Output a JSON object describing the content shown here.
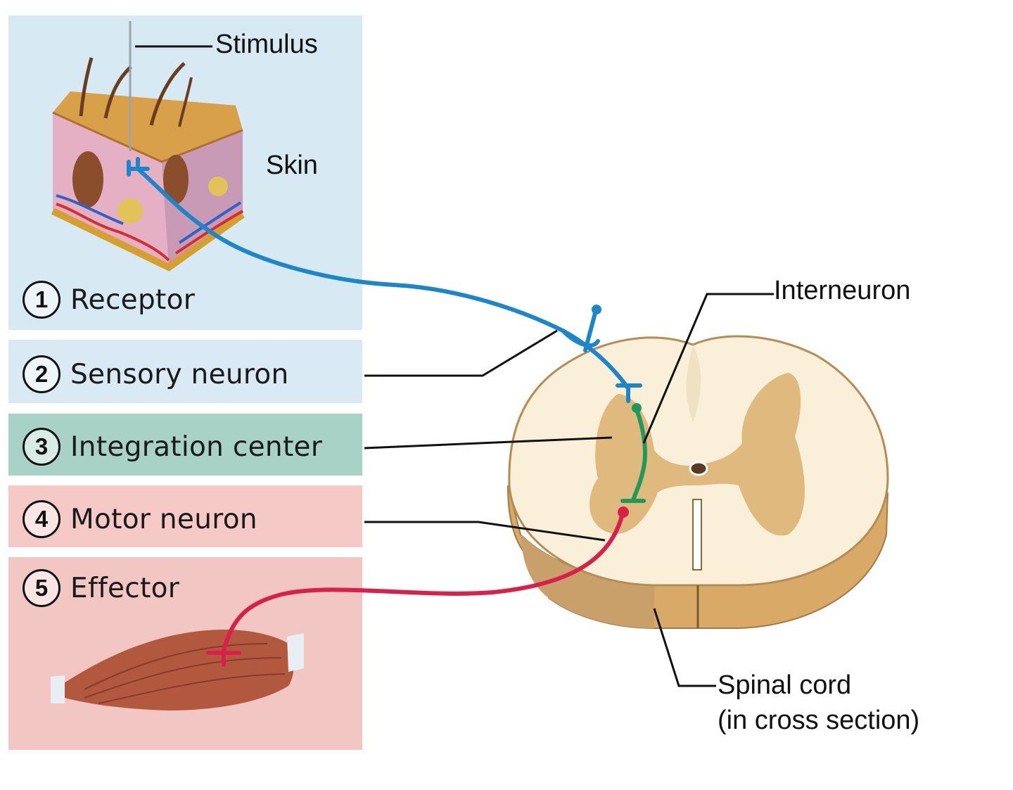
{
  "labels": {
    "stimulus": "Stimulus",
    "skin": "Skin",
    "interneuron": "Interneuron",
    "spinal_cord_line1": "Spinal cord",
    "spinal_cord_line2": "(in cross section)"
  },
  "steps": [
    {
      "number": "1",
      "label": "Receptor",
      "color": "#d7e9f3"
    },
    {
      "number": "2",
      "label": "Sensory neuron",
      "color": "#d9eaf4"
    },
    {
      "number": "3",
      "label": "Integration center",
      "color": "#a9d2c6"
    },
    {
      "number": "4",
      "label": "Motor neuron",
      "color": "#f4c9c6"
    },
    {
      "number": "5",
      "label": "Effector",
      "color": "#f2c6c3"
    }
  ],
  "colors": {
    "sensory_neuron": "#1c86c8",
    "interneuron": "#1f9a5a",
    "motor_neuron": "#d8204a",
    "gray_matter": "#deb579",
    "white_matter": "#faf0d9"
  }
}
